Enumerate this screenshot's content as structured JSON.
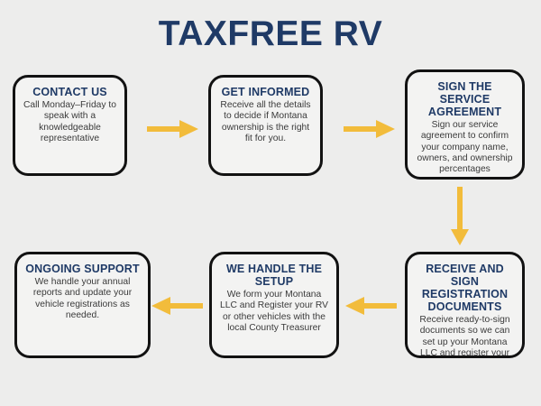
{
  "page": {
    "title": "TAXFREE RV",
    "background_color": "#ededec",
    "accent_navy": "#1f3a66",
    "accent_yellow": "#f2bc3b",
    "box_border_color": "#121212",
    "box_fill_color": "#f3f3f2",
    "body_text_color": "#3a3a3a"
  },
  "steps": [
    {
      "id": "contact-us",
      "order": 1,
      "heading": "CONTACT US",
      "body": "Call Monday–Friday to speak with a knowledgeable representative"
    },
    {
      "id": "get-informed",
      "order": 2,
      "heading": "GET INFORMED",
      "body": "Receive all the details to decide if Montana ownership is the right fit for you."
    },
    {
      "id": "sign-agreement",
      "order": 3,
      "heading": "SIGN THE SERVICE AGREEMENT",
      "body": "Sign our service agreement to confirm your company name, owners, and ownership percentages"
    },
    {
      "id": "receive-sign-registration",
      "order": 4,
      "heading": "RECEIVE AND SIGN REGISTRATION DOCUMENTS",
      "body": "Receive ready-to-sign documents so we can set up your Montana LLC and register your vehicle(s)"
    },
    {
      "id": "we-handle-setup",
      "order": 5,
      "heading": "WE HANDLE THE SETUP",
      "body": "We form your Montana LLC and Register your RV or other vehicles with the local County Treasurer"
    },
    {
      "id": "ongoing-support",
      "order": 6,
      "heading": "ONGOING SUPPORT",
      "body": "We handle your annual reports and update your vehicle registrations as needed."
    }
  ],
  "connectors": [
    {
      "id": "contact-to-informed",
      "icon": "arrow-right-icon",
      "direction": "right",
      "from": "contact-us",
      "to": "get-informed"
    },
    {
      "id": "informed-to-sign",
      "icon": "arrow-right-icon",
      "direction": "right",
      "from": "get-informed",
      "to": "sign-agreement"
    },
    {
      "id": "sign-to-receive",
      "icon": "arrow-down-icon",
      "direction": "down",
      "from": "sign-agreement",
      "to": "receive-sign-registration"
    },
    {
      "id": "receive-to-setup",
      "icon": "arrow-left-icon",
      "direction": "left",
      "from": "receive-sign-registration",
      "to": "we-handle-setup"
    },
    {
      "id": "setup-to-support",
      "icon": "arrow-left-icon",
      "direction": "left",
      "from": "we-handle-setup",
      "to": "ongoing-support"
    }
  ]
}
